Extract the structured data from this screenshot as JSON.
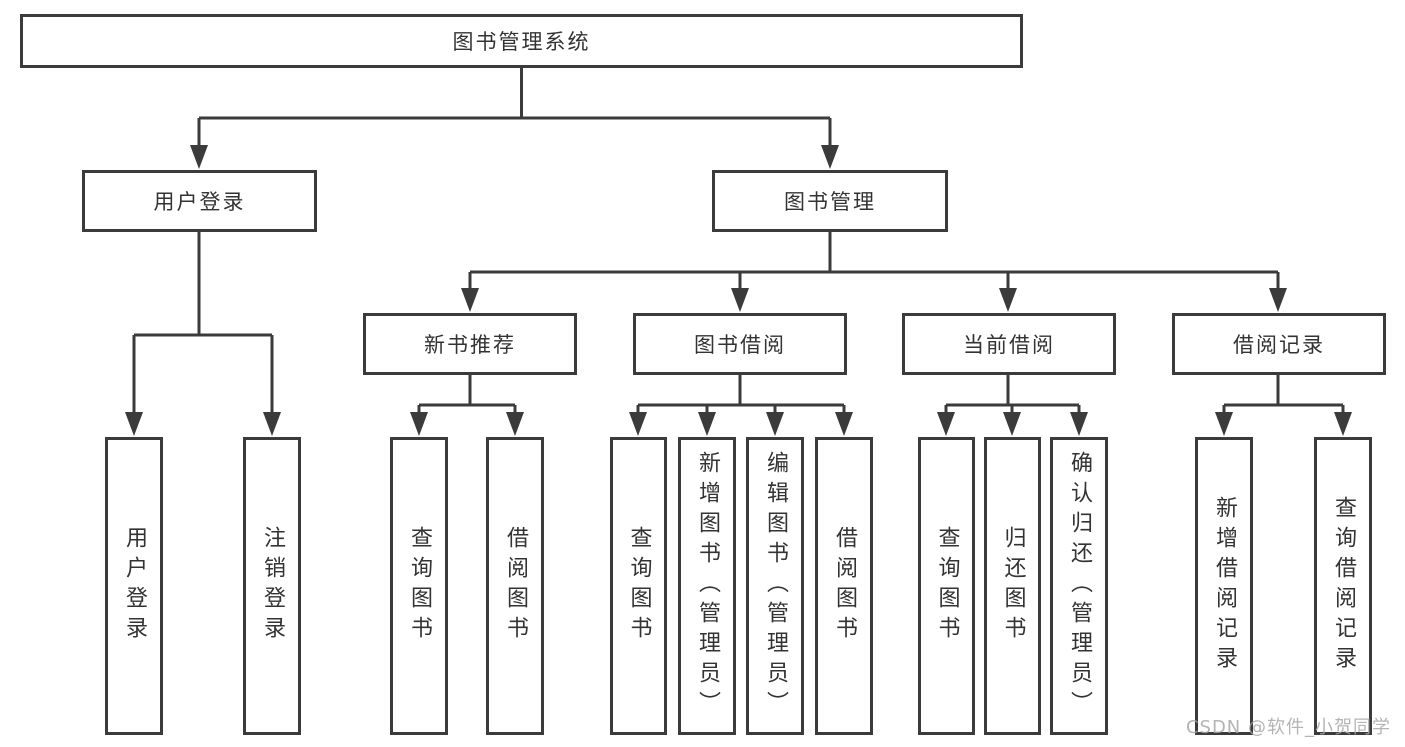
{
  "diagram": {
    "root": {
      "label": "图书管理系统"
    },
    "branches": [
      {
        "label": "用户登录",
        "children": [
          {
            "label": "用户登录"
          },
          {
            "label": "注销登录"
          }
        ]
      },
      {
        "label": "图书管理",
        "children": [
          {
            "label": "新书推荐",
            "children": [
              {
                "label": "查询图书"
              },
              {
                "label": "借阅图书"
              }
            ]
          },
          {
            "label": "图书借阅",
            "children": [
              {
                "label": "查询图书"
              },
              {
                "label": "新增图书（管理员）"
              },
              {
                "label": "编辑图书（管理员）"
              },
              {
                "label": "借阅图书"
              }
            ]
          },
          {
            "label": "当前借阅",
            "children": [
              {
                "label": "查询图书"
              },
              {
                "label": "归还图书"
              },
              {
                "label": "确认归还（管理员）"
              }
            ]
          },
          {
            "label": "借阅记录",
            "children": [
              {
                "label": "新增借阅记录"
              },
              {
                "label": "查询借阅记录"
              }
            ]
          }
        ]
      }
    ]
  },
  "watermark": {
    "text": "CSDN @软件_小贺同学"
  },
  "colors": {
    "line": "#3b3b3b",
    "text": "#333333",
    "background": "#ffffff",
    "watermark": "#a8a8a8"
  }
}
